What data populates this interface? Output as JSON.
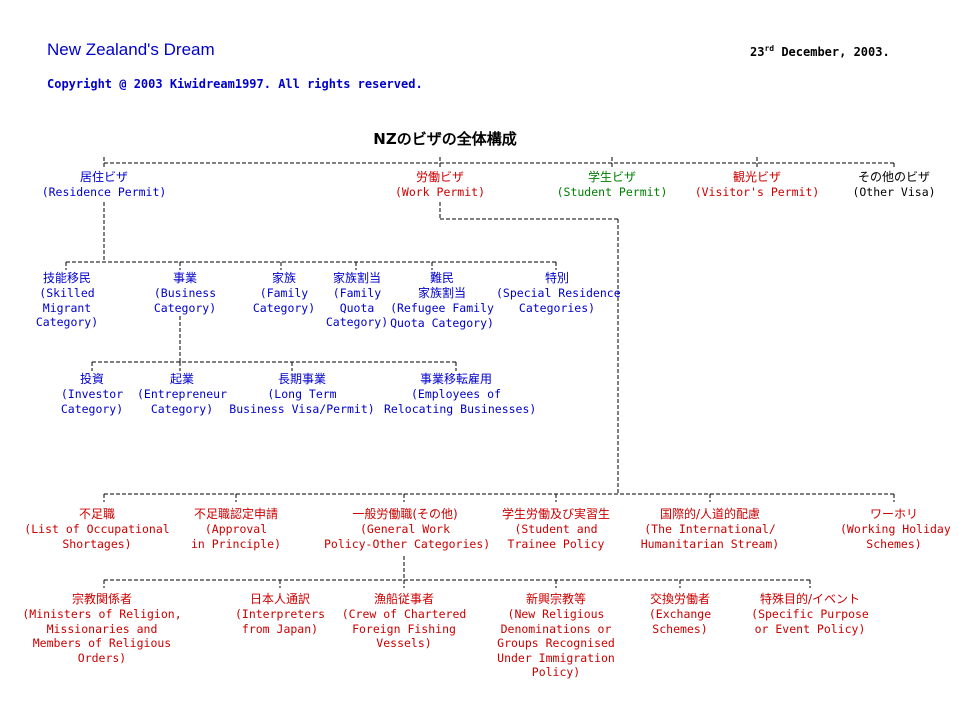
{
  "header": {
    "site_title": "New Zealand's Dream",
    "date_day": "23",
    "date_suffix": "rd",
    "date_rest": " December, 2003.",
    "copyright": "Copyright @ 2003 Kiwidream1997.  All rights reserved."
  },
  "chart_title": "NZのビザの全体構成",
  "colors": {
    "blue": "#0000cc",
    "green": "#008000",
    "red": "#cc0000",
    "black": "#000000"
  },
  "top_level": [
    {
      "jp": "居住ビザ",
      "en": [
        "(Residence Permit)"
      ],
      "color": "blue"
    },
    {
      "jp": "労働ビザ",
      "en": [
        "(Work Permit)"
      ],
      "color": "red"
    },
    {
      "jp": "学生ビザ",
      "en": [
        "(Student Permit)"
      ],
      "color": "green"
    },
    {
      "jp": "観光ビザ",
      "en": [
        "(Visitor's Permit)"
      ],
      "color": "red"
    },
    {
      "jp": "その他のビザ",
      "en": [
        "(Other Visa)"
      ],
      "color": "black"
    }
  ],
  "residence_categories": [
    {
      "jp": "技能移民",
      "en": [
        "(Skilled",
        "Migrant",
        "Category)"
      ]
    },
    {
      "jp": "事業",
      "en": [
        "(Business",
        "Category)"
      ]
    },
    {
      "jp": "家族",
      "en": [
        "(Family",
        "Category)"
      ]
    },
    {
      "jp": "家族割当",
      "en": [
        "(Family",
        "Quota",
        "Category)"
      ]
    },
    {
      "jp": "難民\n家族割当",
      "en": [
        "(Refugee Family",
        "Quota Category)"
      ]
    },
    {
      "jp": "特別",
      "en": [
        "(Special Residence",
        "Categories)"
      ]
    }
  ],
  "business_categories": [
    {
      "jp": "投資",
      "en": [
        "(Investor",
        "Category)"
      ]
    },
    {
      "jp": "起業",
      "en": [
        "(Entrepreneur",
        "Category)"
      ]
    },
    {
      "jp": "長期事業",
      "en": [
        "(Long Term",
        "Business Visa/Permit)"
      ]
    },
    {
      "jp": "事業移転雇用",
      "en": [
        "(Employees of",
        "Relocating Businesses)"
      ]
    }
  ],
  "work_categories": [
    {
      "jp": "不足職",
      "en": [
        "(List of Occupational",
        "Shortages)"
      ]
    },
    {
      "jp": "不足職認定申請",
      "en": [
        "(Approval",
        "in Principle)"
      ]
    },
    {
      "jp": "一般労働職(その他)",
      "en": [
        "(General Work",
        "Policy-Other Categories)"
      ]
    },
    {
      "jp": "学生労働及び実習生",
      "en": [
        "(Student and",
        "Trainee Policy"
      ]
    },
    {
      "jp": "国際的/人道的配慮",
      "en": [
        "(The International/",
        "Humanitarian Stream)"
      ]
    },
    {
      "jp": "ワーホリ",
      "en": [
        "(Working Holiday",
        "Schemes)"
      ]
    }
  ],
  "general_work_categories": [
    {
      "jp": "宗教関係者",
      "en": [
        "(Ministers of Religion,",
        "Missionaries and",
        "Members of Religious",
        "Orders)"
      ]
    },
    {
      "jp": "日本人通訳",
      "en": [
        "(Interpreters",
        "from Japan)"
      ]
    },
    {
      "jp": "漁船従事者",
      "en": [
        "(Crew of Chartered",
        "Foreign Fishing",
        "Vessels)"
      ]
    },
    {
      "jp": "新興宗教等",
      "en": [
        "(New Religious",
        "Denominations or",
        "Groups Recognised",
        "Under Immigration",
        "Policy)"
      ]
    },
    {
      "jp": "交換労働者",
      "en": [
        "(Exchange",
        "Schemes)"
      ]
    },
    {
      "jp": "特殊目的/イベント",
      "en": [
        "(Specific Purpose",
        "or Event Policy)"
      ]
    }
  ]
}
